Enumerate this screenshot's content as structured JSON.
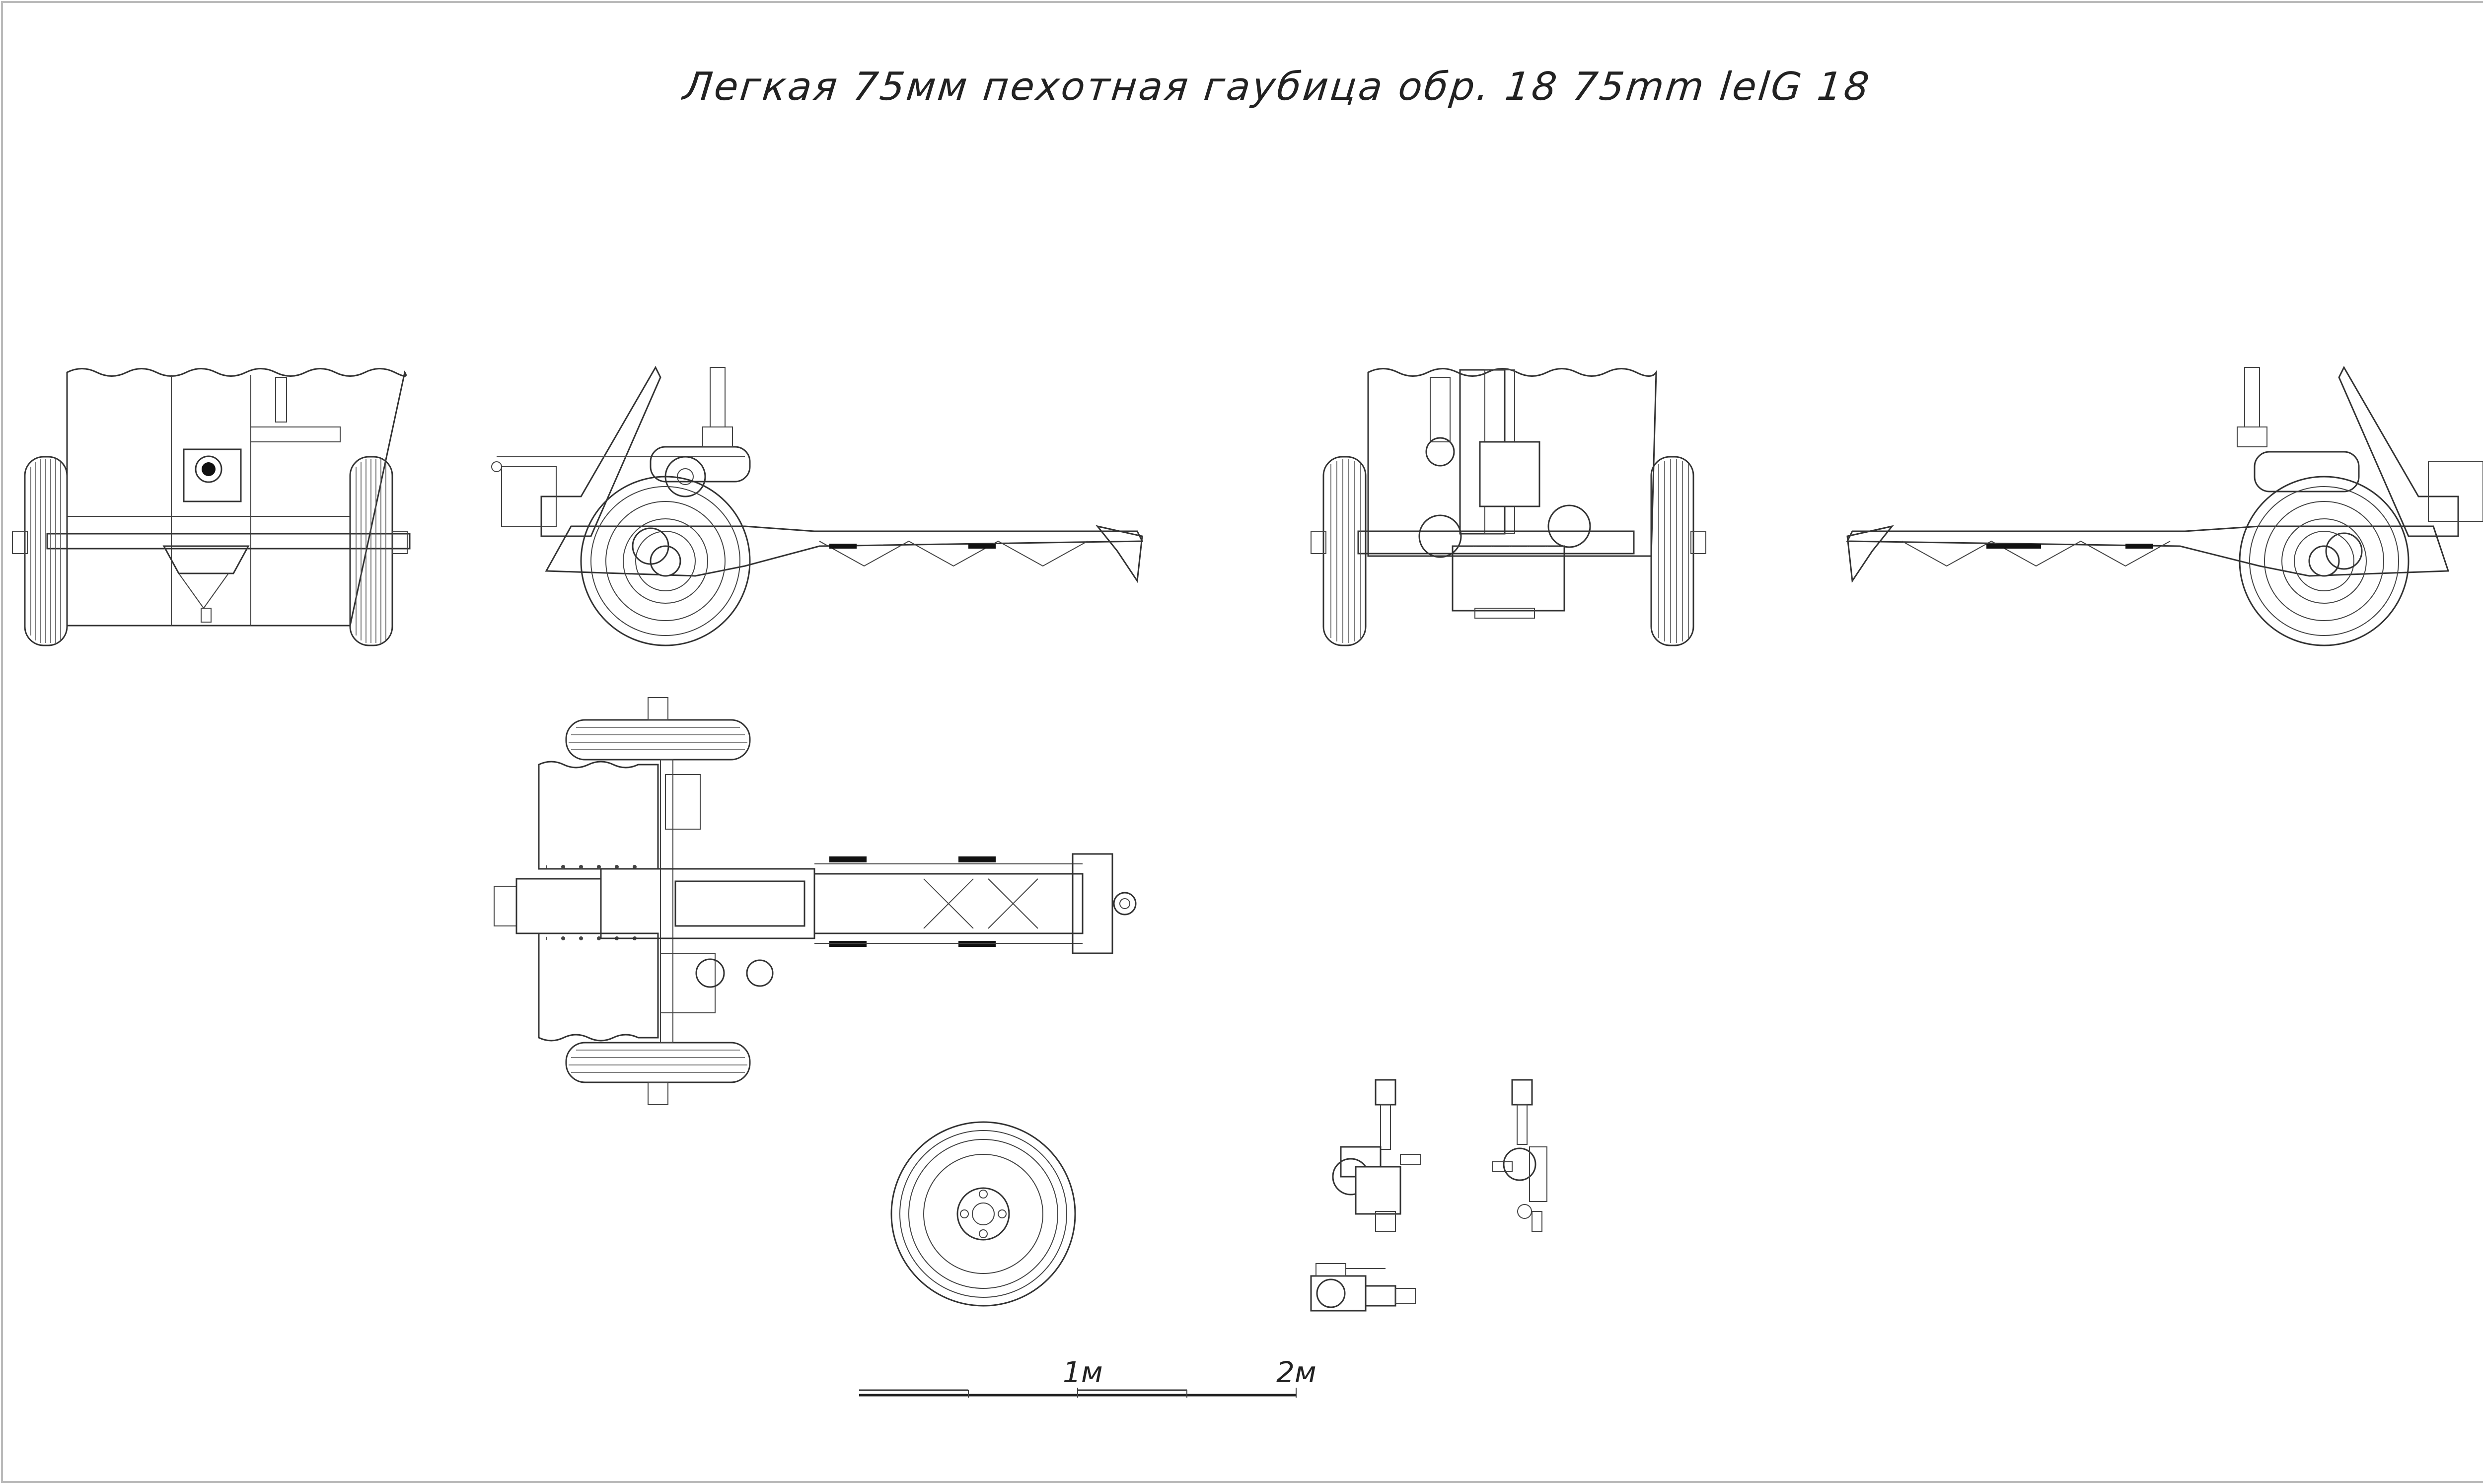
{
  "title": "Легкая 75мм пехотная гаубица обр. 18 75mm lelG 18",
  "scale_bar": {
    "label_1": "1м",
    "label_2": "2м"
  },
  "colors": {
    "background": "#ffffff",
    "line": "#333333",
    "frame": "#bbbbbb"
  }
}
